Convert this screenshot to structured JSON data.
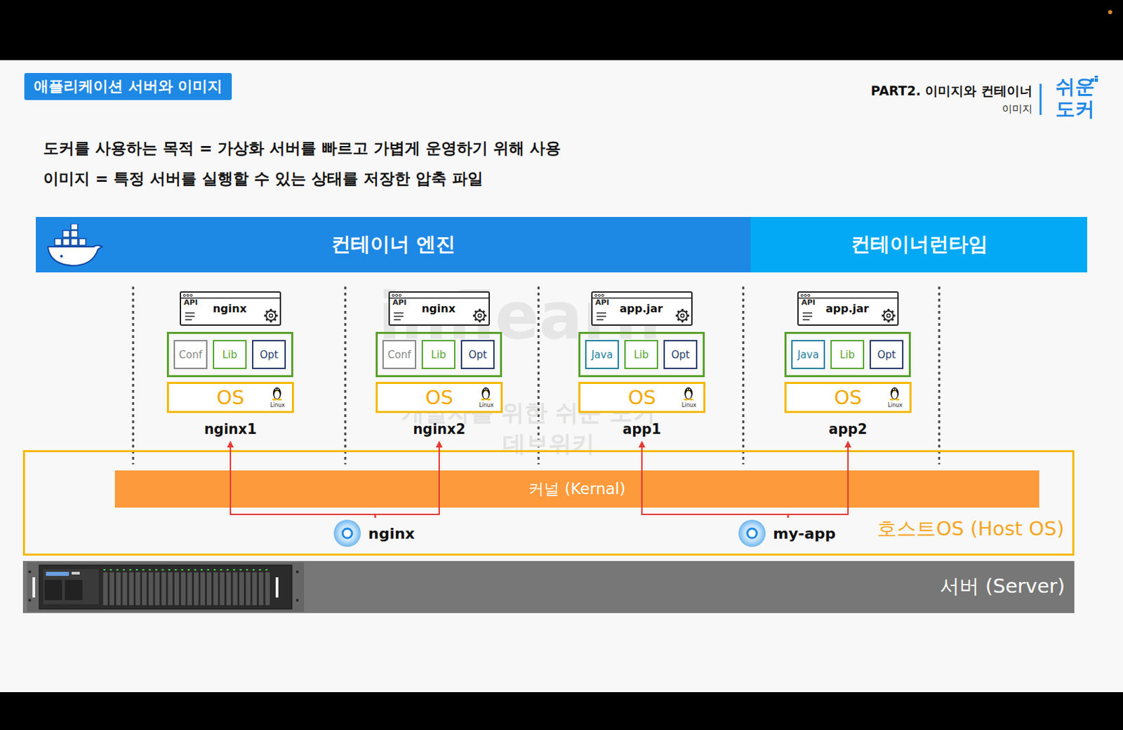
{
  "diagram": {
    "title": "애플리케이션 서버와 이미지",
    "nodes": [
      {
        "text": [
          "컨테이너 엔진"
        ]
      },
      {
        "text": [
          "컨테이너런타임"
        ]
      },
      {
        "text": [
          "nginx1"
        ]
      },
      {
        "text": [
          "nginx"
        ],
        "in": 2
      },
      {
        "text": [
          "Conf"
        ],
        "in": 2
      },
      {
        "text": [
          "Lib"
        ],
        "in": 2
      },
      {
        "text": [
          "Opt"
        ],
        "in": 2
      },
      {
        "text": [
          "OS",
          "Linux"
        ],
        "in": 2
      },
      {
        "text": [
          "nginx2"
        ]
      },
      {
        "text": [
          "nginx"
        ],
        "in": 8
      },
      {
        "text": [
          "Conf"
        ],
        "in": 8
      },
      {
        "text": [
          "Lib"
        ],
        "in": 8
      },
      {
        "text": [
          "Opt"
        ],
        "in": 8
      },
      {
        "text": [
          "OS",
          "Linux"
        ],
        "in": 8
      },
      {
        "text": [
          "app1"
        ]
      },
      {
        "text": [
          "app.jar"
        ],
        "in": 14
      },
      {
        "text": [
          "Java"
        ],
        "in": 14
      },
      {
        "text": [
          "Lib"
        ],
        "in": 14
      },
      {
        "text": [
          "Opt"
        ],
        "in": 14
      },
      {
        "text": [
          "OS",
          "Linux"
        ],
        "in": 14
      },
      {
        "text": [
          "app2"
        ]
      },
      {
        "text": [
          "app.jar"
        ],
        "in": 20
      },
      {
        "text": [
          "Java"
        ],
        "in": 20
      },
      {
        "text": [
          "Lib"
        ],
        "in": 20
      },
      {
        "text": [
          "Opt"
        ],
        "in": 20
      },
      {
        "text": [
          "OS",
          "Linux"
        ],
        "in": 20
      },
      {
        "text": [
          "호스트OS (Host OS)"
        ]
      },
      {
        "text": [
          "커널 (Kernal)"
        ],
        "in": 26
      },
      {
        "text": [
          "nginx"
        ],
        "in": 26
      },
      {
        "text": [
          "my-app"
        ],
        "in": 26
      },
      {
        "text": [
          "서버 (Server)"
        ]
      }
    ],
    "edges": [
      {
        "from": 28,
        "to": 2,
        "arrow": "to"
      },
      {
        "from": 28,
        "to": 8,
        "arrow": "to"
      },
      {
        "from": 29,
        "to": 14,
        "arrow": "to"
      },
      {
        "from": 29,
        "to": 20,
        "arrow": "to"
      }
    ],
    "labels": [
      "도커를 사용하는 목적 = 가상화 서버를 빠르고 가볍게 운영하기 위해 사용",
      "이미지 = 특정 서버를 실행할 수 있는 상태를 저장한 압축 파일",
      "PART2. 이미지와 컨테이너",
      "이미지",
      "쉬운",
      "도커",
      "API",
      "API",
      "API",
      "API",
      "inflearn",
      "개발자를 위한 쉬운 도커",
      "데브위키"
    ]
  }
}
